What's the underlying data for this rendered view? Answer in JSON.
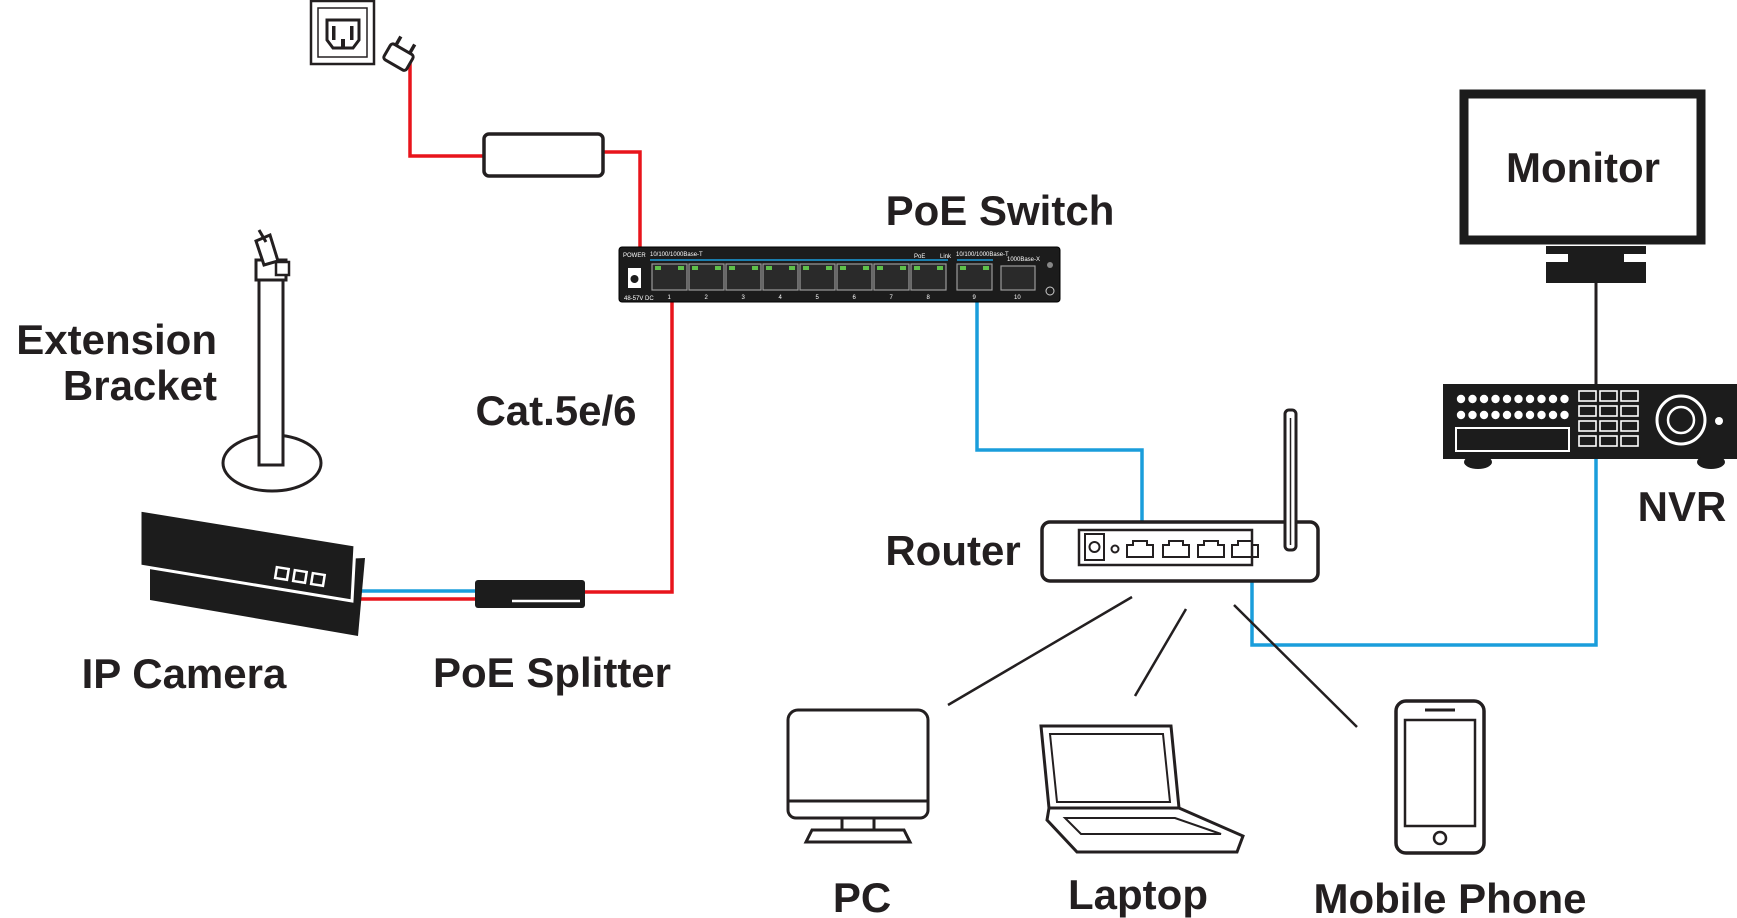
{
  "labels": {
    "poe_switch": "PoE Switch",
    "extension_bracket_line1": "Extension",
    "extension_bracket_line2": "Bracket",
    "cable": "Cat.5e/6",
    "ip_camera": "IP Camera",
    "poe_splitter": "PoE Splitter",
    "router": "Router",
    "monitor": "Monitor",
    "nvr": "NVR",
    "pc": "PC",
    "laptop": "Laptop",
    "mobile_phone": "Mobile Phone"
  },
  "switch_panel": {
    "power": "POWER",
    "port_group_label": "10/100/1000Base-T",
    "poe": "PoE",
    "link": "Link",
    "uplink_label": "10/100/1000Base-T",
    "sfp_label": "1000Base-X",
    "dc_label": "48-57V DC",
    "port_numbers": [
      "1",
      "2",
      "3",
      "4",
      "5",
      "6",
      "7",
      "8",
      "9",
      "10"
    ]
  },
  "colors": {
    "power_cable": "#e8141b",
    "data_cable": "#1a9ddb",
    "ink": "#231f20",
    "port_led": "#5fbf4a"
  },
  "icons": [
    "wall-outlet-icon",
    "power-plug-icon",
    "power-adapter-icon",
    "poe-switch-icon",
    "extension-bracket-icon",
    "ip-camera-icon",
    "poe-splitter-icon",
    "router-icon",
    "monitor-icon",
    "nvr-icon",
    "pc-icon",
    "laptop-icon",
    "mobile-phone-icon"
  ]
}
